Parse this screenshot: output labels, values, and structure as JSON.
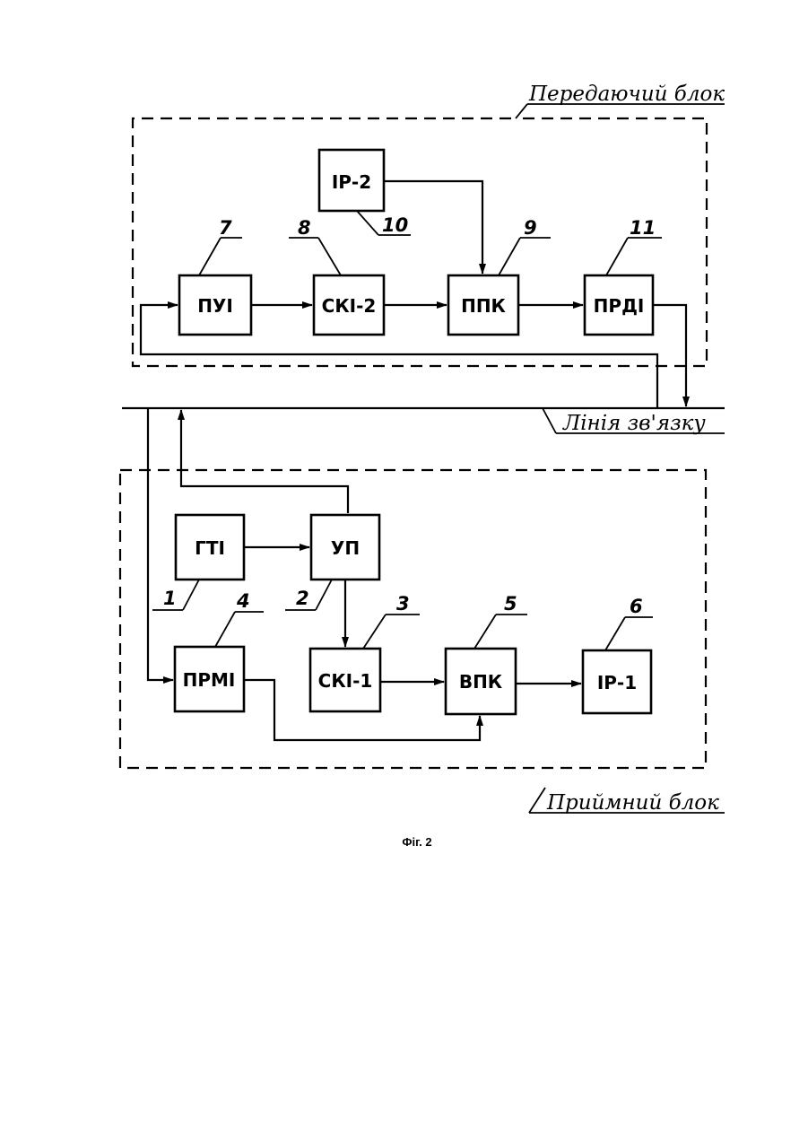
{
  "figure": {
    "caption": "Фіг. 2",
    "groups": {
      "transmitter": "Передаючий блок",
      "receiver": "Приймний блок",
      "line": "Лінія зв'язку"
    },
    "blocks": {
      "ir2": {
        "label": "ІР-2",
        "number": "10"
      },
      "pui": {
        "label": "ПУІ",
        "number": "7"
      },
      "ski2": {
        "label": "СКІ-2",
        "number": "8"
      },
      "ppk": {
        "label": "ППК",
        "number": "9"
      },
      "prdi": {
        "label": "ПРДІ",
        "number": "11"
      },
      "gti": {
        "label": "ГТІ",
        "number": "1"
      },
      "up": {
        "label": "УП",
        "number": "2"
      },
      "ski1": {
        "label": "СКІ-1",
        "number": "3"
      },
      "prmi": {
        "label": "ПРМІ",
        "number": "4"
      },
      "vpk": {
        "label": "ВПК",
        "number": "5"
      },
      "ir1": {
        "label": "ІР-1",
        "number": "6"
      }
    }
  }
}
